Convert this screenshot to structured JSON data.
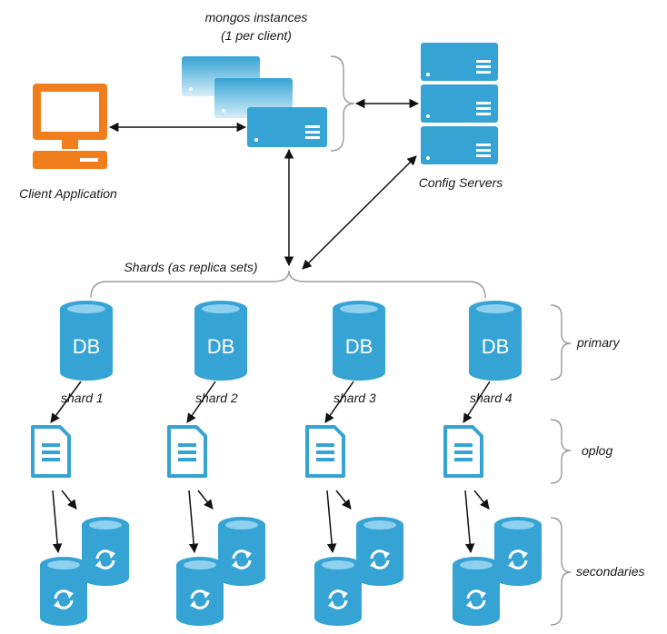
{
  "labels": {
    "mongos_line1": "mongos instances",
    "mongos_line2": "(1 per client)",
    "client": "Client Application",
    "config": "Config Servers",
    "shards": "Shards (as replica sets)",
    "primary": "primary",
    "oplog": "oplog",
    "secondaries": "secondaries"
  },
  "shards": [
    {
      "label": "shard 1",
      "db": "DB"
    },
    {
      "label": "shard 2",
      "db": "DB"
    },
    {
      "label": "shard 3",
      "db": "DB"
    },
    {
      "label": "shard 4",
      "db": "DB"
    }
  ],
  "colors": {
    "blue": "#35a3d4",
    "blue_light": "#8fd0ee",
    "orange": "#f07e1d",
    "line": "#111111",
    "brace": "#9a9a9a"
  }
}
